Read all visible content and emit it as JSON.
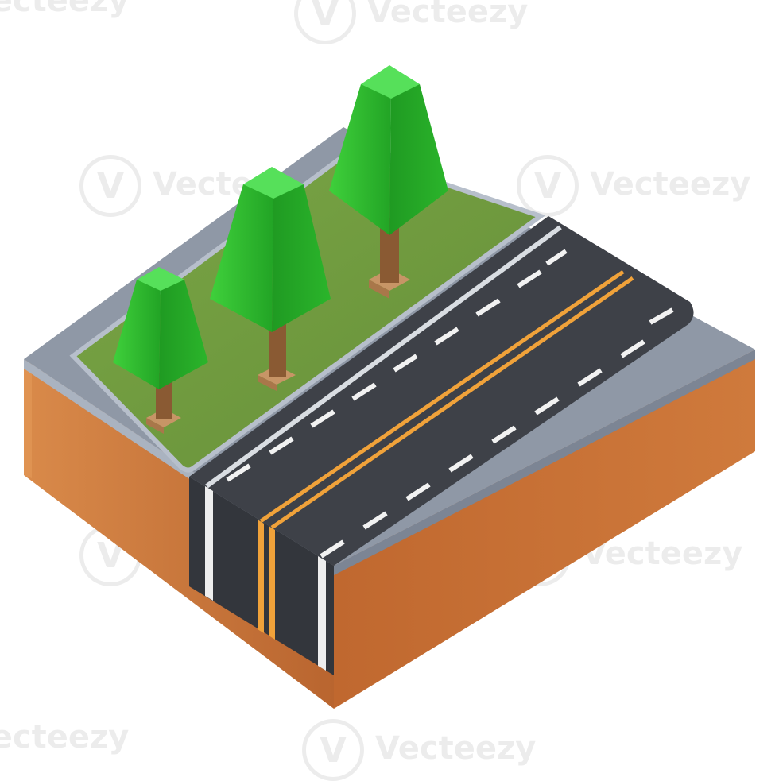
{
  "watermark": {
    "text": "Vecteezy",
    "logo_glyph": "V"
  },
  "colors": {
    "background": "#ffffff",
    "grass": "#6f9a3e",
    "asphalt": "#3e4148",
    "curb": "#8f98a6",
    "dirt": "#c9733a",
    "tree_green": "#2fae2f",
    "trunk": "#8a5a33",
    "lane_mark": "#f2f2f2",
    "center_line": "#f0a23a"
  },
  "scene": {
    "description_icon": "isometric-road-tile-icon",
    "trees": [
      {
        "name": "tree-small"
      },
      {
        "name": "tree-medium"
      },
      {
        "name": "tree-large"
      }
    ]
  }
}
